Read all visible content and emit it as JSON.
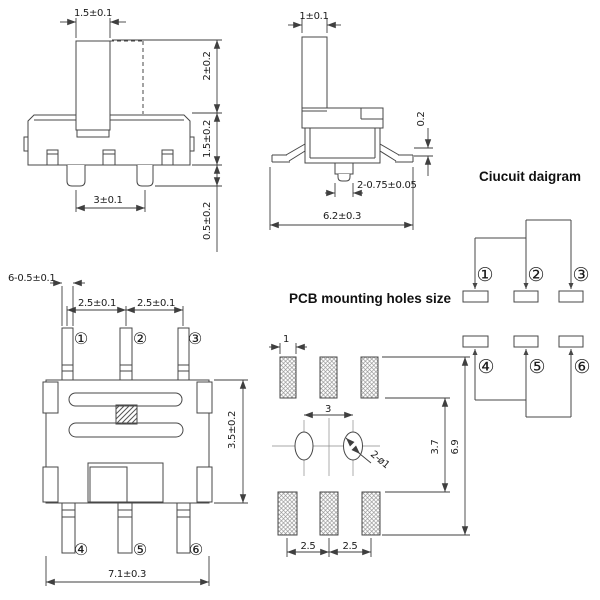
{
  "drawing": {
    "front_view": {
      "knob_width": "1.5±0.1",
      "knob_height": "2±0.2",
      "body_height": "1.5±0.2",
      "pin_protrusion": "0.5±0.2",
      "pin_spacing": "3±0.1"
    },
    "side_view": {
      "knob_width": "1±0.1",
      "step": "0.2",
      "pin_width": "2-0.75±0.05",
      "overall_width": "6.2±0.3"
    },
    "top_view": {
      "pin_width": "6-0.5±0.1",
      "pitch_left": "2.5±0.1",
      "pitch_right": "2.5±0.1",
      "body_depth": "3.5±0.2",
      "overall_width": "7.1±0.3",
      "pin_numbers_top": [
        "①",
        "②",
        "③"
      ],
      "pin_numbers_bottom": [
        "④",
        "⑤",
        "⑥"
      ]
    },
    "pcb": {
      "title": "PCB mounting holes size",
      "pad_width": "1",
      "hole_spacing": "3",
      "hole_callout": "2-ø1",
      "pitch_left": "2.5",
      "pitch_right": "2.5",
      "row_gap": "3.7",
      "overall_height": "6.9"
    },
    "circuit": {
      "title": "Ciucuit daigram",
      "terminals": [
        "①",
        "②",
        "③",
        "④",
        "⑤",
        "⑥"
      ]
    },
    "colors": {
      "line": "#474747",
      "text": "#1c1c1c",
      "background": "#ffffff"
    }
  }
}
